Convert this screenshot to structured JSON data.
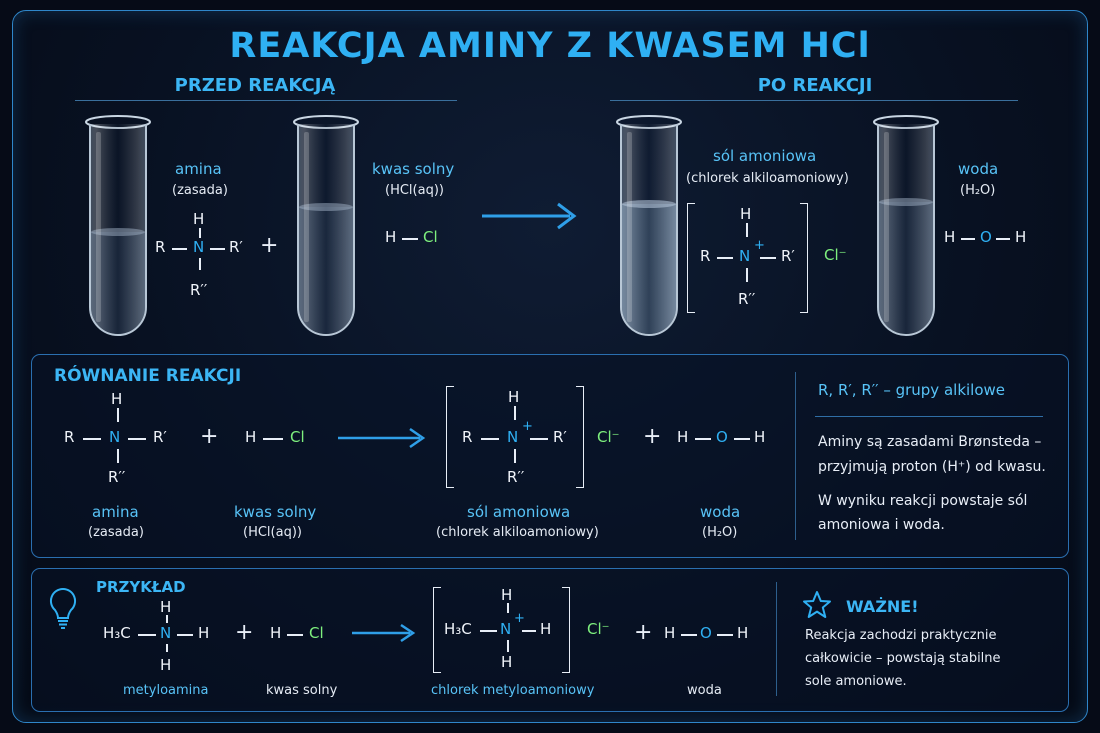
{
  "title": "REAKCJA AMINY Z KWASEM HCl",
  "before_heading": "PRZED REAKCJĄ",
  "after_heading": "PO REAKCJI",
  "top": {
    "amine_name": "amina",
    "amine_sub": "(zasada)",
    "acid_name": "kwas solny",
    "acid_sub": "(HCl(aq))",
    "salt_name": "sól amoniowa",
    "salt_sub": "(chlorek alkiloamoniowy)",
    "water_name": "woda",
    "water_sub": "(H₂O)"
  },
  "atoms": {
    "H": "H",
    "N": "N",
    "R": "R",
    "R1": "R′",
    "R2": "R′′",
    "Cl": "Cl",
    "O": "O",
    "plus": "+",
    "charge": "+",
    "chloride": "Cl⁻",
    "CH3": "H₃C"
  },
  "equation": {
    "heading": "RÓWNANIE REAKCJI",
    "amine_name": "amina",
    "amine_sub": "(zasada)",
    "acid_name": "kwas solny",
    "acid_sub": "(HCl(aq))",
    "salt_name": "sól amoniowa",
    "salt_sub": "(chlorek alkiloamoniowy)",
    "water_name": "woda",
    "water_sub": "(H₂O)",
    "note_groups": "R, R′, R′′ – grupy alkilowe",
    "note_1a": "Aminy są zasadami Brønsteda –",
    "note_1b": "przyjmują proton (H⁺) od kwasu.",
    "note_2a": "W wyniku reakcji powstaje sól",
    "note_2b": "amoniowa i woda."
  },
  "example": {
    "heading": "PRZYKŁAD",
    "methylamine": "metyloamina",
    "acid": "kwas solny",
    "salt": "chlorek metyloamoniowy",
    "water": "woda",
    "important_heading": "WAŻNE!",
    "important_1": "Reakcja zachodzi praktycznie",
    "important_2": "całkowicie – powstają stabilne",
    "important_3": "sole amoniowe."
  },
  "icons": [
    "test-tube",
    "arrow-right",
    "bracket",
    "lightbulb-icon",
    "star-icon"
  ],
  "colors": {
    "accent": "#2fb0f3",
    "chlorine": "#7ef07e",
    "text": "#f0f4fa",
    "border": "#2a6fb0"
  }
}
